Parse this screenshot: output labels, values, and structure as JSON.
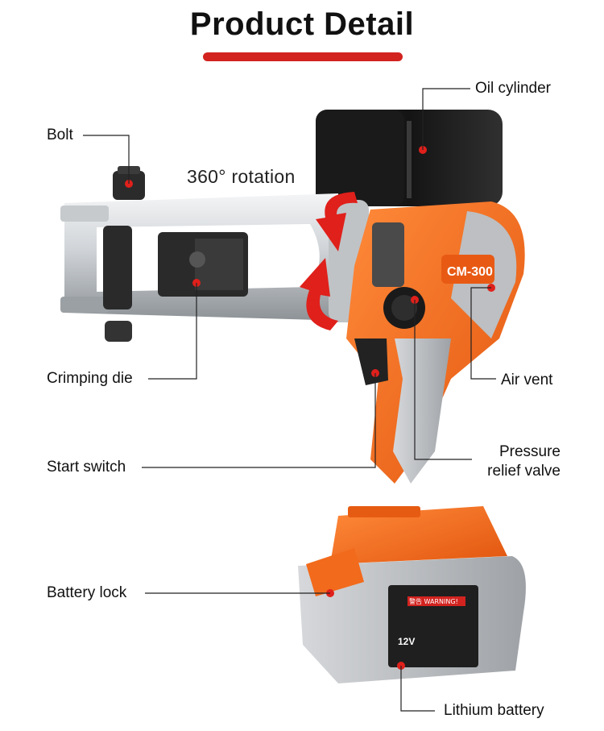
{
  "header": {
    "title": "Product Detail",
    "accent_color": "#d2231f"
  },
  "rotation_text": "360° rotation",
  "model_text": "CM-300",
  "battery_text": "12",
  "battery_text_suffix": "V",
  "warning_text": "警告 WARNING!",
  "callouts": {
    "oil_cylinder": "Oil cylinder",
    "bolt": "Bolt",
    "crimping_die": "Crimping die",
    "air_vent": "Air vent",
    "pressure_relief_1": "Pressure",
    "pressure_relief_2": "relief valve",
    "start_switch": "Start switch",
    "battery_lock": "Battery lock",
    "lithium_battery": "Lithium battery"
  },
  "colors": {
    "orange": "#f26a1b",
    "grey": "#b9bcc0",
    "dark": "#1e1e1e",
    "red_dot": "#e0201b"
  }
}
